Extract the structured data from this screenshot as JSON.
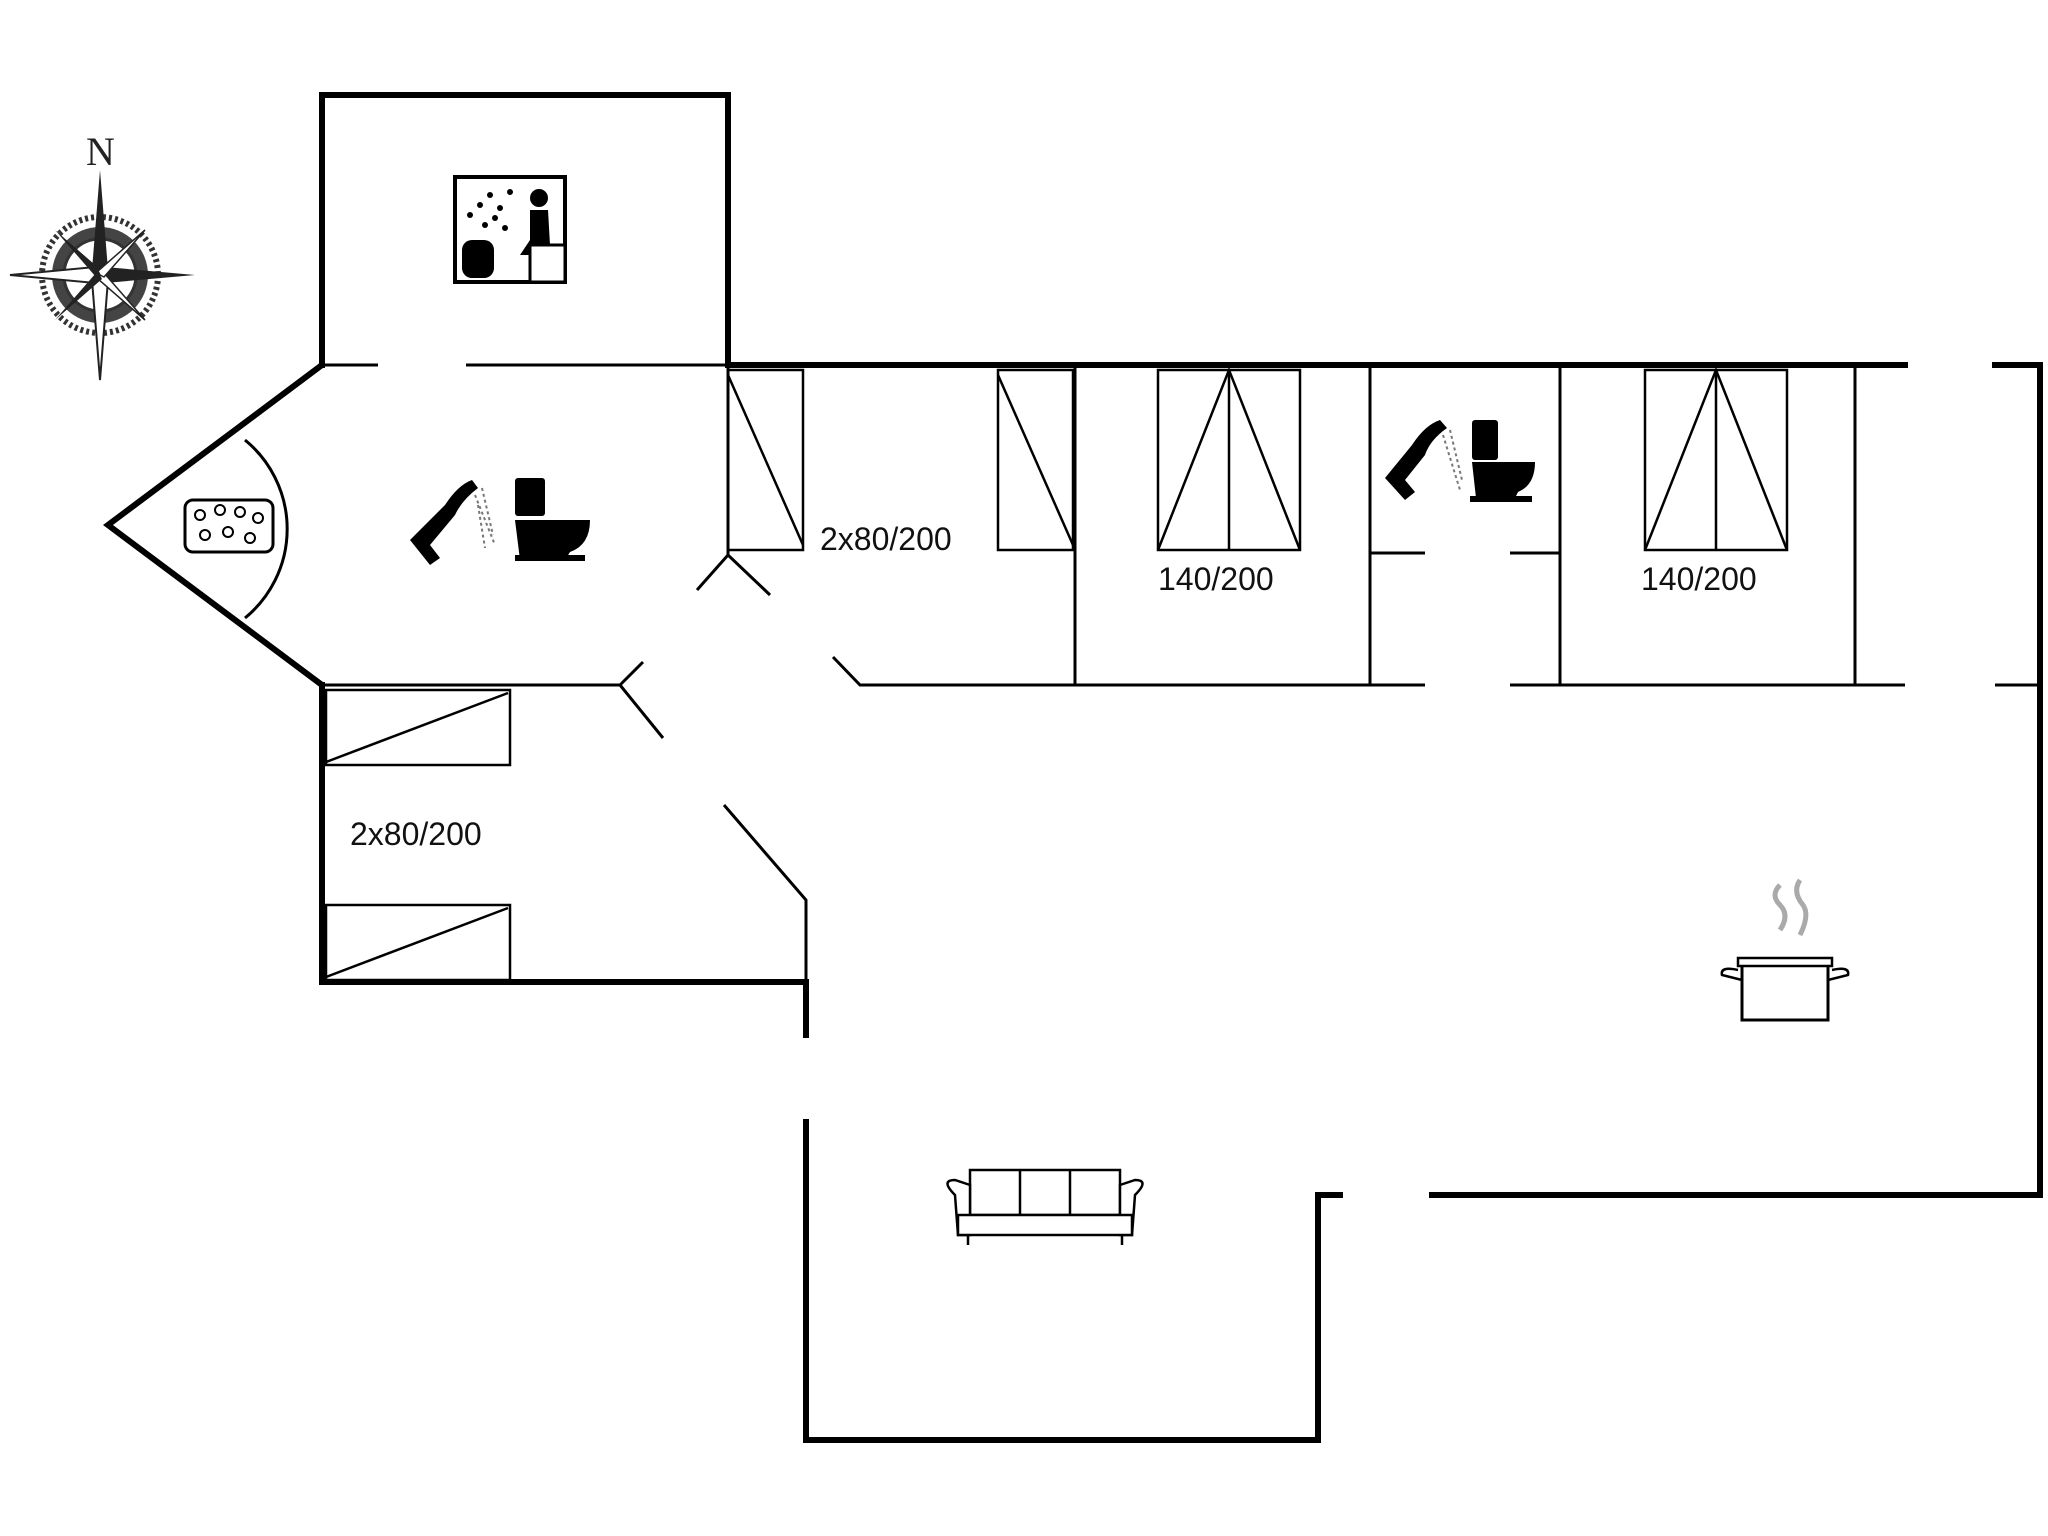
{
  "compass": {
    "north_label": "N",
    "icon": "compass-rose-icon"
  },
  "labels": {
    "bed_room_1": "2x80/200",
    "bed_room_2": "140/200",
    "bed_room_3": "140/200",
    "bed_room_4": "2x80/200"
  },
  "icons": {
    "sauna": "sauna-icon",
    "whirlpool": "whirlpool-icon",
    "shower": "shower-icon",
    "toilet": "toilet-icon",
    "kitchen": "cooking-pot-icon",
    "sofa": "sofa-icon"
  }
}
